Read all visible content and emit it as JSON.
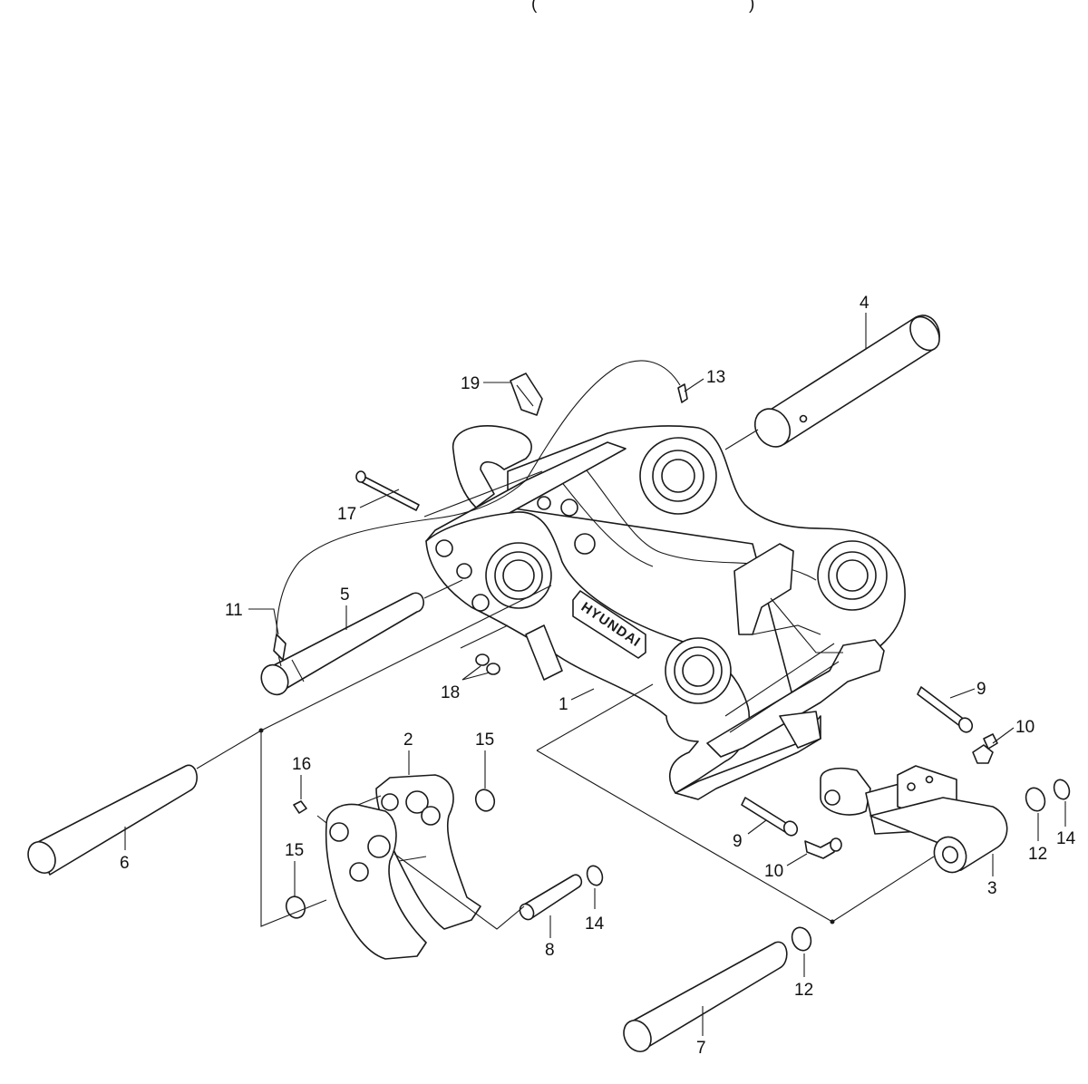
{
  "header": {
    "title_fragment": "(",
    "title_fragment_end": ")"
  },
  "brand": {
    "logo_text": "HYUNDAI"
  },
  "callouts": [
    {
      "id": "1",
      "label": "1"
    },
    {
      "id": "2",
      "label": "2"
    },
    {
      "id": "3",
      "label": "3"
    },
    {
      "id": "4",
      "label": "4"
    },
    {
      "id": "5",
      "label": "5"
    },
    {
      "id": "6",
      "label": "6"
    },
    {
      "id": "7",
      "label": "7"
    },
    {
      "id": "8",
      "label": "8"
    },
    {
      "id": "9a",
      "label": "9"
    },
    {
      "id": "9b",
      "label": "9"
    },
    {
      "id": "10a",
      "label": "10"
    },
    {
      "id": "10b",
      "label": "10"
    },
    {
      "id": "11",
      "label": "11"
    },
    {
      "id": "12a",
      "label": "12"
    },
    {
      "id": "12b",
      "label": "12"
    },
    {
      "id": "13",
      "label": "13"
    },
    {
      "id": "14a",
      "label": "14"
    },
    {
      "id": "14b",
      "label": "14"
    },
    {
      "id": "15a",
      "label": "15"
    },
    {
      "id": "15b",
      "label": "15"
    },
    {
      "id": "16",
      "label": "16"
    },
    {
      "id": "17",
      "label": "17"
    },
    {
      "id": "18",
      "label": "18"
    },
    {
      "id": "19",
      "label": "19"
    }
  ]
}
